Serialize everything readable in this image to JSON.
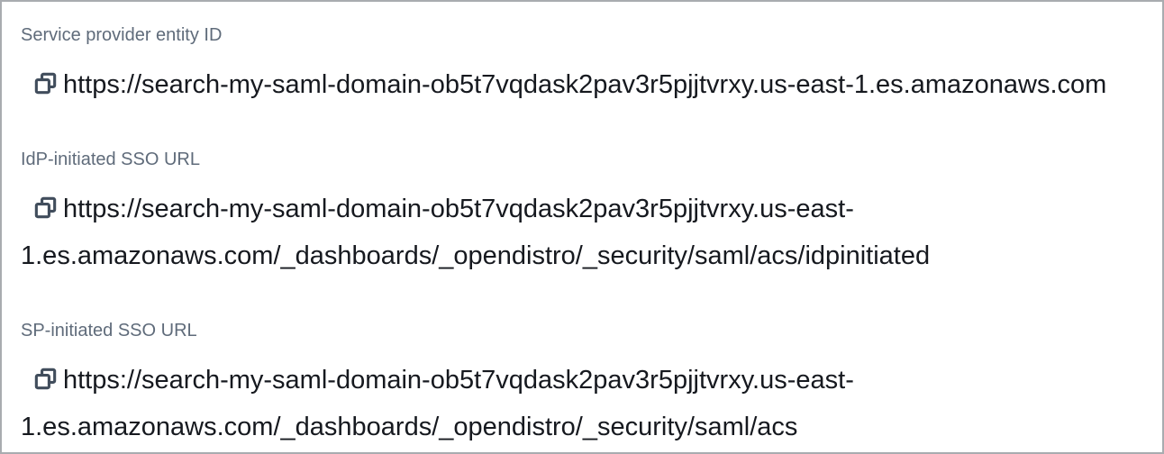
{
  "panel": {
    "fields": [
      {
        "label": "Service provider entity ID",
        "value": "https://search-my-saml-domain-ob5t7vqdask2pav3r5pjjtvrxy.us-east-1.es.amazonaws.com"
      },
      {
        "label": "IdP-initiated SSO URL",
        "value": "https://search-my-saml-domain-ob5t7vqdask2pav3r5pjjtvrxy.us-east-1.es.amazonaws.com/_dashboards/_opendistro/_security/saml/acs/idpinitiated"
      },
      {
        "label": "SP-initiated SSO URL",
        "value": "https://search-my-saml-domain-ob5t7vqdask2pav3r5pjjtvrxy.us-east-1.es.amazonaws.com/_dashboards/_opendistro/_security/saml/acs"
      }
    ],
    "icons": {
      "copy": "copy-icon"
    },
    "colors": {
      "label_text": "#5f6b7a",
      "value_text": "#16191f",
      "icon": "#414d5c",
      "border": "#a9acb0",
      "background": "#ffffff"
    }
  }
}
